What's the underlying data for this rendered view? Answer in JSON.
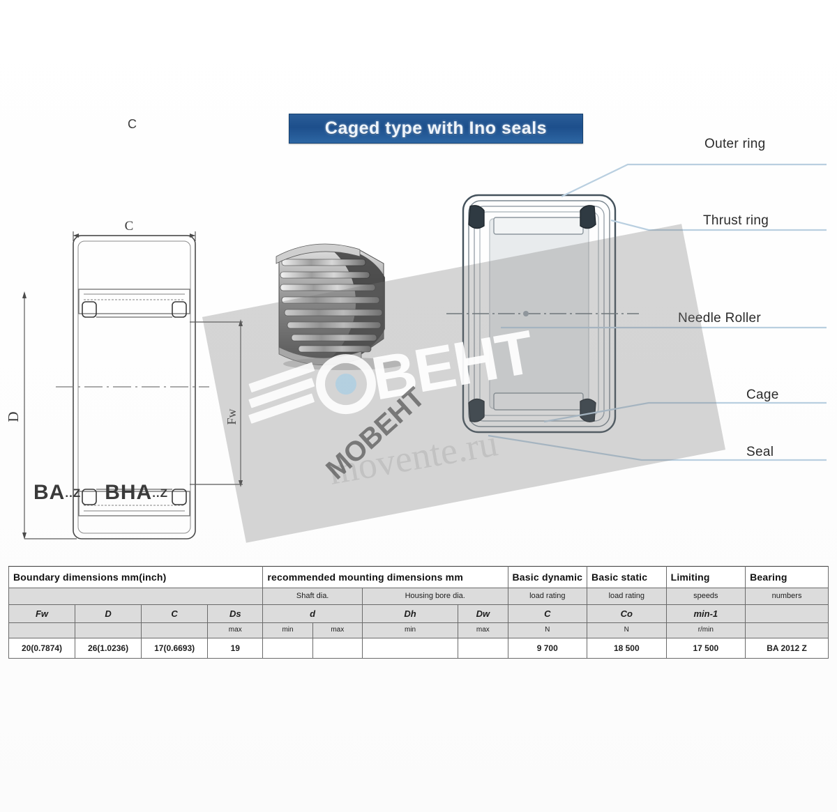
{
  "page": {
    "background": "#ffffff",
    "accent_banner_color": "#1d4f8c"
  },
  "title": {
    "text": "Caged type with Ino seals"
  },
  "designations": {
    "left": "BA",
    "left_suffix": "..Z",
    "right": "BHA",
    "right_suffix": "..Z"
  },
  "drawing_left": {
    "name": "cross-section-half",
    "dim_width": "C",
    "dim_outer": "D",
    "dim_bore": "Fw"
  },
  "callouts": [
    {
      "id": "outer-ring",
      "label": "Outer ring"
    },
    {
      "id": "thrust-ring",
      "label": "Thrust ring"
    },
    {
      "id": "needle-roller",
      "label": "Needle Roller"
    },
    {
      "id": "cage",
      "label": "Cage"
    },
    {
      "id": "seal",
      "label": "Seal"
    }
  ],
  "photo": {
    "caption": "needle-roller-cage-assembly"
  },
  "watermark": {
    "brand": "ВЕНТ",
    "brand_full": "МОВЕНТ",
    "url": "movente.ru"
  },
  "table": {
    "groups": [
      {
        "label": "Boundary dimensions  mm(inch)",
        "span": 4
      },
      {
        "label": "recommended mounting dimensions  mm",
        "span": 4
      },
      {
        "label": "Basic dynamic",
        "span": 1
      },
      {
        "label": "Basic static",
        "span": 1
      },
      {
        "label": "Limiting",
        "span": 1
      },
      {
        "label": "Bearing",
        "span": 1
      }
    ],
    "subgroups": [
      {
        "label": "",
        "span": 4
      },
      {
        "label": "Shaft dia.",
        "span": 2
      },
      {
        "label": "Housing bore dia.",
        "span": 2
      },
      {
        "label": "load rating",
        "span": 1
      },
      {
        "label": "load rating",
        "span": 1
      },
      {
        "label": "speeds",
        "span": 1
      },
      {
        "label": "numbers",
        "span": 1
      }
    ],
    "symbols": [
      "Fw",
      "D",
      "C",
      "Ds",
      "d",
      "",
      "Dh",
      "Dw",
      "C",
      "Co",
      "min-1",
      ""
    ],
    "subsymbols": [
      "",
      "",
      "",
      "max",
      "min",
      "max",
      "min",
      "max",
      "N",
      "N",
      "r/min",
      ""
    ],
    "rows": [
      {
        "cells": [
          "20(0.7874)",
          "26(1.0236)",
          "17(0.6693)",
          "19",
          "",
          "",
          "",
          "",
          "9 700",
          "18 500",
          "17 500",
          "BA 2012 Z"
        ]
      }
    ]
  }
}
